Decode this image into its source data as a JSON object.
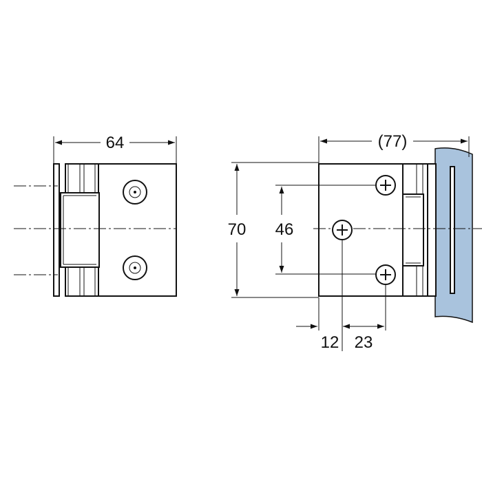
{
  "drawing": {
    "dimensions": {
      "width_left": "64",
      "width_right": "(77)",
      "height": "70",
      "hole_spacing": "46",
      "offset_edge": "12",
      "offset_hole": "23"
    },
    "colors": {
      "line": "#111111",
      "glass": "#a9c3dd",
      "background": "#ffffff"
    }
  }
}
